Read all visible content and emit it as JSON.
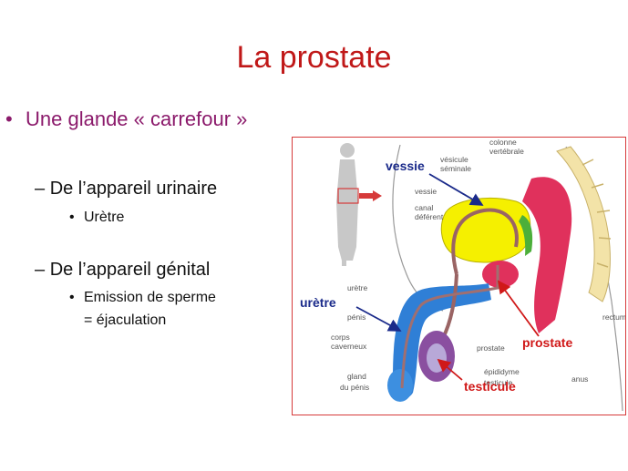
{
  "slide": {
    "title": "La prostate",
    "bullet_main": "Une glande « carrefour »",
    "sub1": "De l’appareil urinaire",
    "sub1_item": "Urètre",
    "sub2": "De l’appareil génital",
    "sub2_item_line1": "Emission de sperme",
    "sub2_item_line2": "= éjaculation"
  },
  "figure": {
    "labels": {
      "colonne": "colonne",
      "vertebrale": "vertébrale",
      "vesicule": "vésicule",
      "seminale": "séminale",
      "vessie_small": "vessie",
      "canal": "canal",
      "deferent": "déférent",
      "uretre_small": "urètre",
      "penis": "pénis",
      "corps": "corps",
      "caverneux": "caverneux",
      "gland": "gland",
      "du_penis": "du pénis",
      "prostate_small": "prostate",
      "epididyme": "épididyme",
      "testicule_small": "testicule",
      "rectum": "rectum",
      "anus": "anus"
    },
    "callouts": {
      "vessie": "vessie",
      "uretre": "urètre",
      "prostate": "prostate",
      "testicule": "testicule"
    }
  },
  "colors": {
    "title": "#c01818",
    "bullet_main": "#8b1a6b",
    "callout_blue": "#1a2a8a",
    "callout_red": "#d01818"
  }
}
